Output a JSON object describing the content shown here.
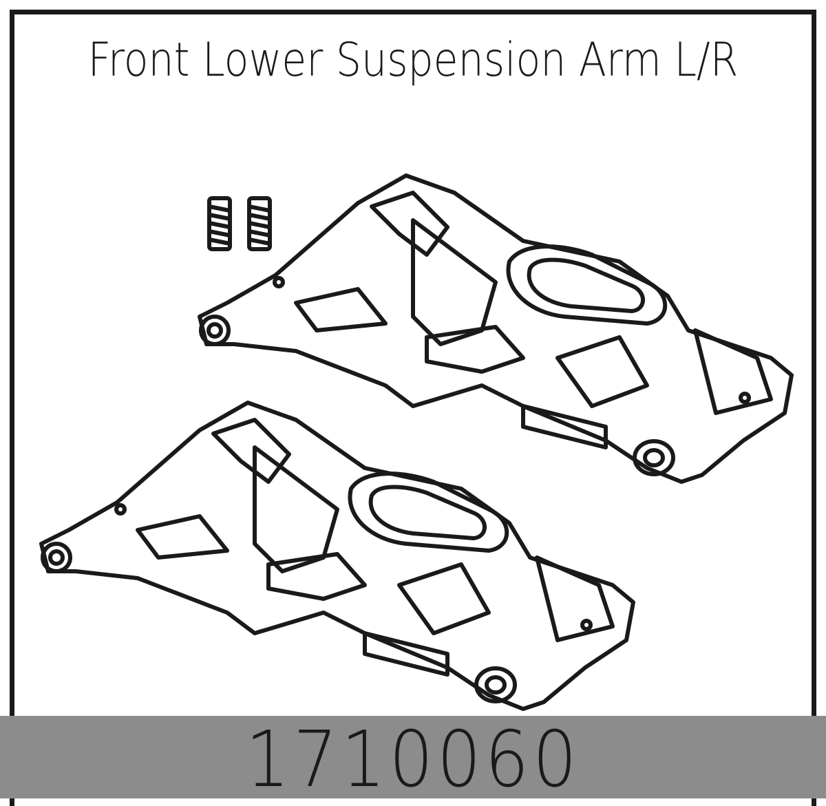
{
  "title": "Front Lower Suspension Arm L/R",
  "part_number": "1710060",
  "colors": {
    "line": "#1a1a1a",
    "footer": "#8c8c8c",
    "background": "#ffffff"
  },
  "parts": [
    "suspension-arm",
    "suspension-arm",
    "set-screw",
    "set-screw"
  ]
}
